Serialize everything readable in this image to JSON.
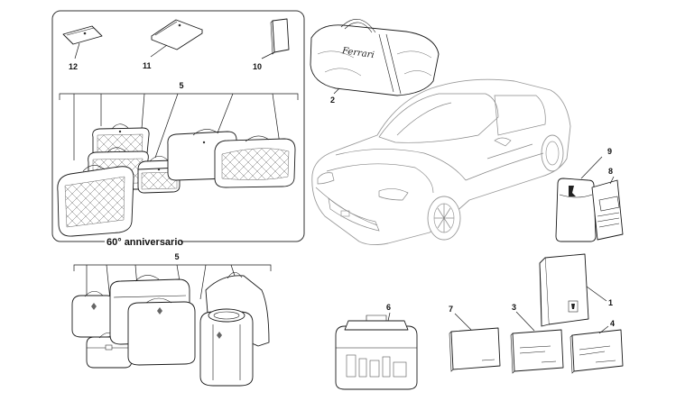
{
  "caption_60th": "60° anniversario",
  "callouts": {
    "c1": "1",
    "c2": "2",
    "c3": "3",
    "c4": "4",
    "c5_top": "5",
    "c5_bottom": "5",
    "c6": "6",
    "c7": "7",
    "c8": "8",
    "c9": "9",
    "c10": "10",
    "c11": "11",
    "c12": "12"
  },
  "bag_brand": "Ferrari"
}
